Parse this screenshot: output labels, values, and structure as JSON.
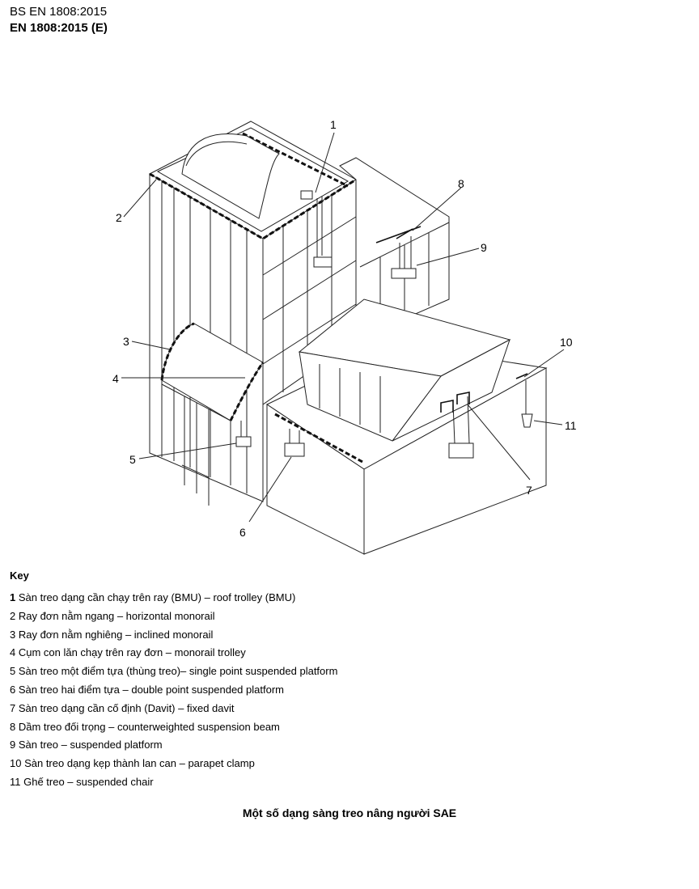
{
  "header": {
    "line1": "BS EN 1808:2015",
    "line2": "EN 1808:2015 (E)"
  },
  "figure": {
    "callouts": [
      "1",
      "2",
      "3",
      "4",
      "5",
      "6",
      "7",
      "8",
      "9",
      "10",
      "11"
    ]
  },
  "key": {
    "title": "Key",
    "items": [
      {
        "num": "1",
        "text": " Sàn treo dạng cần chạy trên ray (BMU) – roof trolley (BMU)"
      },
      {
        "num": "2",
        "text": " Ray đơn nằm ngang – horizontal monorail"
      },
      {
        "num": "3",
        "text": " Ray đơn nằm nghiêng – inclined monorail"
      },
      {
        "num": "4",
        "text": " Cụm con lăn chạy trên ray đơn – monorail trolley"
      },
      {
        "num": "5",
        "text": " Sàn treo một điểm tựa (thùng treo)– single point suspended platform"
      },
      {
        "num": "6",
        "text": " Sàn treo hai điểm tựa – double point suspended platform"
      },
      {
        "num": "7",
        "text": " Sàn treo dạng cần  cố định (Davit) – fixed davit"
      },
      {
        "num": "8",
        "text": " Dầm treo đối trọng – counterweighted suspension beam"
      },
      {
        "num": "9",
        "text": " Sàn treo – suspended platform"
      },
      {
        "num": "10",
        "text": " Sàn treo dạng kẹp thành lan can – parapet clamp"
      },
      {
        "num": "11",
        "text": " Ghế treo – suspended chair"
      }
    ]
  },
  "caption": "Một số dạng sàng treo nâng người SAE"
}
